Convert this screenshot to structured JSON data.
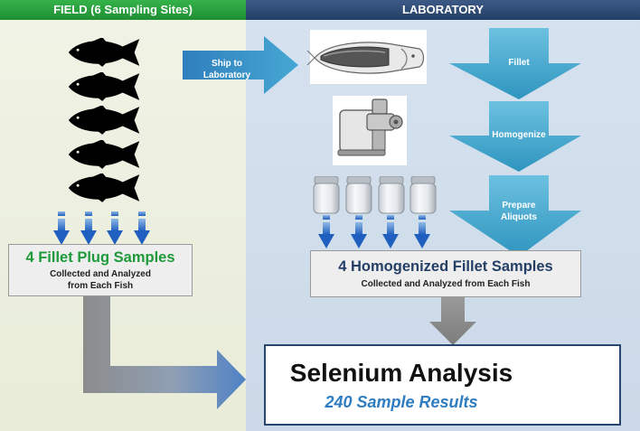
{
  "headers": {
    "field": "FIELD (6 Sampling Sites)",
    "laboratory": "LABORATORY"
  },
  "steps": {
    "ship": "Ship to Laboratory",
    "fillet": "Fillet",
    "homogenize": "Homogenize",
    "prepare_line1": "Prepare",
    "prepare_line2": "Aliquots"
  },
  "field_box": {
    "title": "4 Fillet Plug Samples",
    "sub_line1": "Collected and Analyzed",
    "sub_line2": "from Each Fish",
    "title_color": "#1e9a3a"
  },
  "lab_box": {
    "title": "4 Homogenized Fillet Samples",
    "sub": "Collected and Analyzed from Each Fish",
    "title_color": "#243f66"
  },
  "result": {
    "title": "Selenium Analysis",
    "subtitle": "240 Sample Results",
    "subtitle_color": "#2f7cc0"
  },
  "colors": {
    "field_header": "#1f8f34",
    "lab_header": "#243f66",
    "process_arrow": "#4aa9c9",
    "ship_arrow": "#3a8fc2",
    "down_arrow": "#2b6fc4",
    "flow_arrow": "#8a8a8a"
  },
  "icons": {
    "fish": "fish-silhouette-icon",
    "fillet": "fish-fillet-icon",
    "grinder": "meat-grinder-icon",
    "jar": "sample-jar-icon",
    "beakers": "lab-beakers-icon"
  }
}
